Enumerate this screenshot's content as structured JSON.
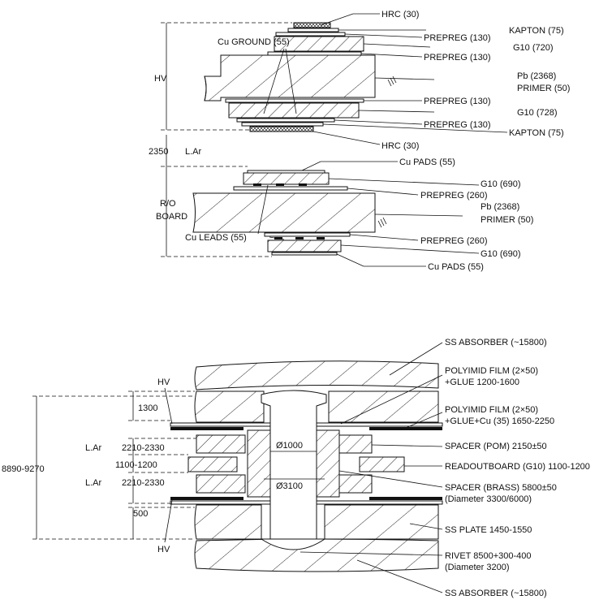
{
  "top_labels": {
    "hrc_top": "HRC (30)",
    "kapton_top": "KAPTON (75)",
    "prepreg_1": "PREPREG (130)",
    "g10_720": "G10 (720)",
    "prepreg_2": "PREPREG (130)",
    "cu_ground": "Cu GROUND (55)",
    "pb_top": "Pb (2368)",
    "primer_top": "PRIMER (50)",
    "prepreg_3": "PREPREG (130)",
    "g10_728": "G10 (728)",
    "prepreg_4": "PREPREG (130)",
    "kapton_bottom": "KAPTON (75)",
    "hrc_bottom": "HRC (30)",
    "hv": "HV",
    "gap": "2350",
    "lar": "L.Ar",
    "cu_pads_top": "Cu PADS (55)",
    "g10_690_top": "G10 (690)",
    "prepreg_260_top": "PREPREG (260)",
    "ro": "R/O",
    "board": "BOARD",
    "pb_bottom": "Pb (2368)",
    "primer_bottom": "PRIMER (50)",
    "cu_leads": "Cu LEADS (55)",
    "prepreg_260_bottom": "PREPREG (260)",
    "g10_690_bottom": "G10 (690)",
    "cu_pads_bottom": "Cu PADS (55)"
  },
  "bottom_labels": {
    "ss_absorber_top": "SS ABSORBER (~15800)",
    "polyimid_1a": "POLYIMID FILM (2×50)",
    "polyimid_1b": "+GLUE 1200-1600",
    "polyimid_2a": "POLYIMID FILM (2×50)",
    "polyimid_2b": "+GLUE+Cu (35) 1650-2250",
    "spacer_pom": "SPACER (POM) 2150±50",
    "readout_board": "READOUTBOARD (G10) 1100-1200",
    "spacer_brass_a": "SPACER (BRASS) 5800±50",
    "spacer_brass_b": "(Diameter 3300/6000)",
    "ss_plate": "SS PLATE 1450-1550",
    "rivet_a": "RIVET 8500+300-400",
    "rivet_b": "(Diameter 3200)",
    "ss_absorber_bottom": "SS ABSORBER (~15800)",
    "hv_top": "HV",
    "hv_bottom": "HV",
    "dim_1300": "1300",
    "lar_1": "L.Ar",
    "dim_2210_1": "2210-2330",
    "dim_1100": "1100-1200",
    "lar_2": "L.Ar",
    "dim_2210_2": "2210-2330",
    "dim_total": "8890-9270",
    "dim_500": "500",
    "d1000": "Ø1000",
    "d3100": "Ø3100"
  }
}
